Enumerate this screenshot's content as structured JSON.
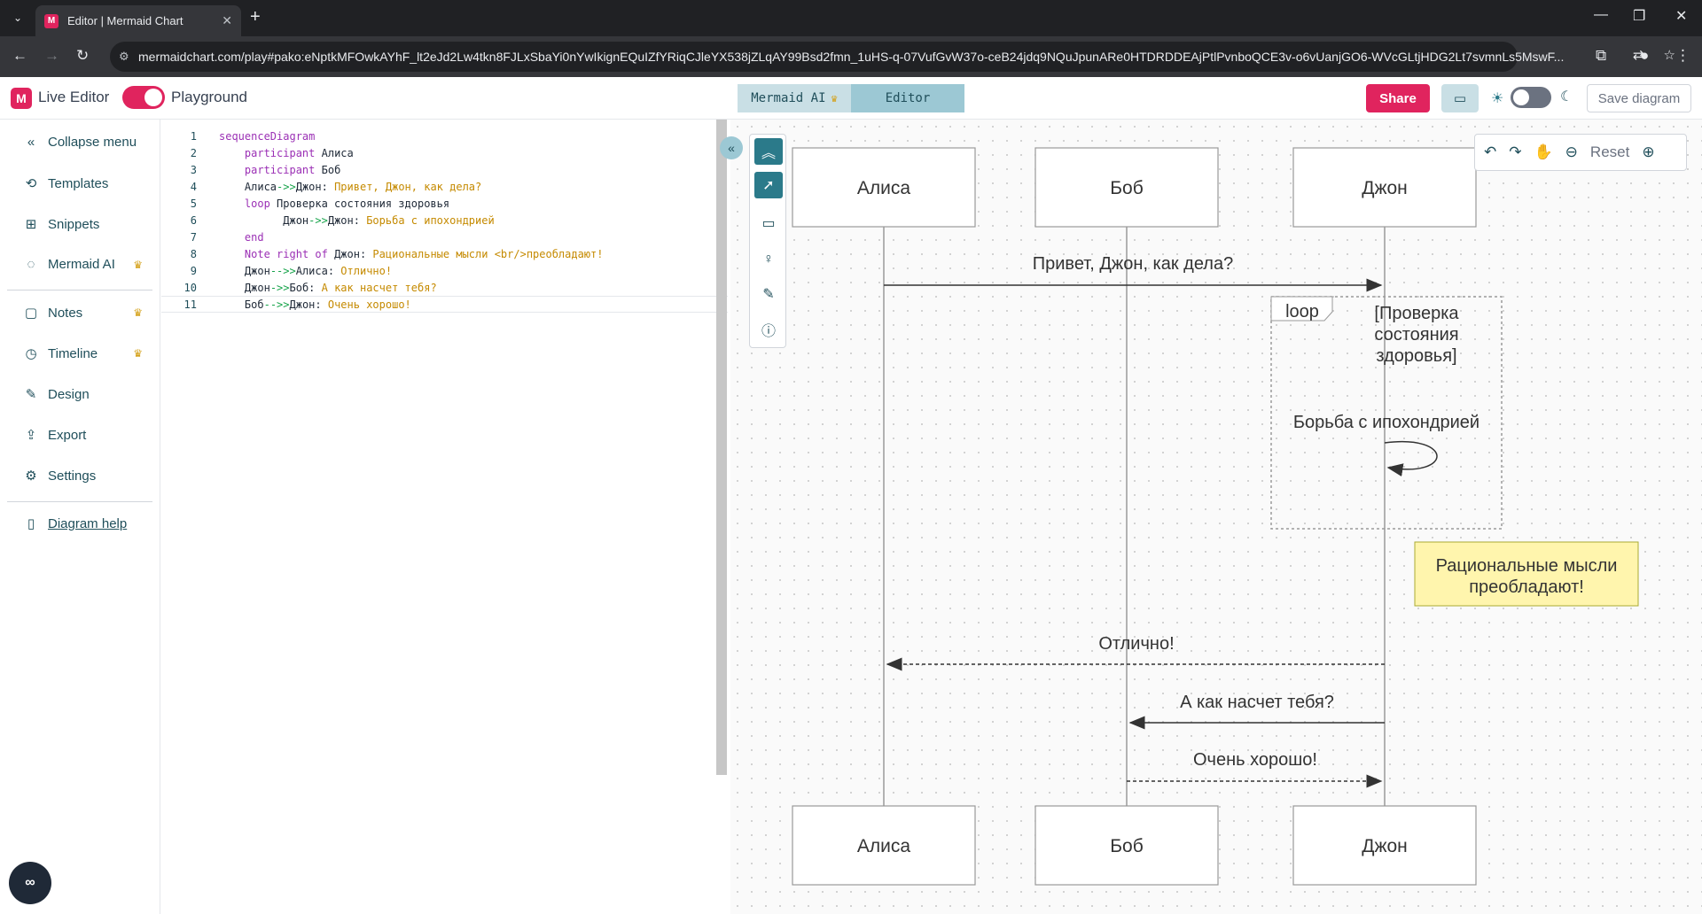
{
  "browser": {
    "tab_title": "Editor | Mermaid Chart",
    "favicon_letter": "M",
    "url": "mermaidchart.com/play#pako:eNptkMFOwkAYhF_lt2eJd2Lw4tkn8FJLxSbaYi0nYwIkignEQuIZfYRiqCJleYX538jZLqAY99Bsd2fmn_1uHS-q-07VufGvW37o-ceB24jdq9NQuJpunARe0HTDRDDEAjPtlPvnboQCE3v-o6vUanjGO6-WVcGLtjHDG2Lt7svmnLs5MswF..."
  },
  "header": {
    "live_editor": "Live Editor",
    "playground": "Playground",
    "mermaid_ai": "Mermaid AI",
    "editor": "Editor",
    "share": "Share",
    "save_diagram": "Save diagram"
  },
  "sidebar": {
    "items": [
      {
        "label": "Collapse menu",
        "icon": "chevrons-left-icon"
      },
      {
        "label": "Templates",
        "icon": "history-icon"
      },
      {
        "label": "Snippets",
        "icon": "grid-icon"
      },
      {
        "label": "Mermaid AI",
        "icon": "chat-icon",
        "premium": true
      },
      {
        "label": "Notes",
        "icon": "note-icon",
        "premium": true
      },
      {
        "label": "Timeline",
        "icon": "clock-icon",
        "premium": true
      },
      {
        "label": "Design",
        "icon": "brush-icon"
      },
      {
        "label": "Export",
        "icon": "export-icon"
      },
      {
        "label": "Settings",
        "icon": "gear-icon"
      },
      {
        "label": "Diagram help",
        "icon": "book-icon"
      }
    ]
  },
  "editor": {
    "lines": [
      {
        "n": "1",
        "indent": "",
        "parts": [
          {
            "t": "sequenceDiagram",
            "c": "kw"
          }
        ]
      },
      {
        "n": "2",
        "indent": "    ",
        "parts": [
          {
            "t": "participant",
            "c": "kw"
          },
          {
            "t": " Алиса",
            "c": ""
          }
        ]
      },
      {
        "n": "3",
        "indent": "    ",
        "parts": [
          {
            "t": "participant",
            "c": "kw"
          },
          {
            "t": " Боб",
            "c": ""
          }
        ]
      },
      {
        "n": "4",
        "indent": "    ",
        "parts": [
          {
            "t": "Алиса",
            "c": ""
          },
          {
            "t": "->>",
            "c": "arrow"
          },
          {
            "t": "Джон: ",
            "c": ""
          },
          {
            "t": "Привет, Джон, как дела?",
            "c": "str"
          }
        ]
      },
      {
        "n": "5",
        "indent": "    ",
        "parts": [
          {
            "t": "loop",
            "c": "kw"
          },
          {
            "t": " Проверка состояния здоровья",
            "c": ""
          }
        ]
      },
      {
        "n": "6",
        "indent": "          ",
        "parts": [
          {
            "t": "Джон",
            "c": ""
          },
          {
            "t": "->>",
            "c": "arrow"
          },
          {
            "t": "Джон: ",
            "c": ""
          },
          {
            "t": "Борьба с ипохондрией",
            "c": "str"
          }
        ]
      },
      {
        "n": "7",
        "indent": "    ",
        "parts": [
          {
            "t": "end",
            "c": "kw"
          }
        ]
      },
      {
        "n": "8",
        "indent": "    ",
        "parts": [
          {
            "t": "Note",
            "c": "kw"
          },
          {
            "t": " ",
            "c": ""
          },
          {
            "t": "right of",
            "c": "kw"
          },
          {
            "t": " Джон: ",
            "c": ""
          },
          {
            "t": "Рациональные мысли <br/>преобладают!",
            "c": "str"
          }
        ]
      },
      {
        "n": "9",
        "indent": "    ",
        "parts": [
          {
            "t": "Джон",
            "c": ""
          },
          {
            "t": "-->>",
            "c": "arrow"
          },
          {
            "t": "Алиса: ",
            "c": ""
          },
          {
            "t": "Отлично!",
            "c": "str"
          }
        ]
      },
      {
        "n": "10",
        "indent": "    ",
        "parts": [
          {
            "t": "Джон",
            "c": ""
          },
          {
            "t": "->>",
            "c": "arrow"
          },
          {
            "t": "Боб: ",
            "c": ""
          },
          {
            "t": "А как насчет тебя?",
            "c": "str"
          }
        ]
      },
      {
        "n": "11",
        "indent": "    ",
        "parts": [
          {
            "t": "Боб",
            "c": ""
          },
          {
            "t": "-->>",
            "c": "arrow"
          },
          {
            "t": "Джон: ",
            "c": ""
          },
          {
            "t": "Очень хорошо!",
            "c": "str"
          }
        ]
      }
    ]
  },
  "zoom": {
    "reset": "Reset"
  },
  "diagram": {
    "actors": [
      "Алиса",
      "Боб",
      "Джон"
    ],
    "messages": {
      "m1": "Привет, Джон, как дела?",
      "self": "Борьба с ипохондрией",
      "m2": "Отлично!",
      "m3": "А как насчет тебя?",
      "m4": "Очень хорошо!"
    },
    "loop_label": "loop",
    "loop_condition": [
      "[Проверка",
      "состояния",
      "здоровья]"
    ],
    "note": [
      "Рациональные мысли",
      "преобладают!"
    ]
  },
  "colors": {
    "brand": "#e0245e",
    "accent": "#2b7a8a",
    "note_fill": "#fff5ad",
    "note_stroke": "#aaaa33"
  }
}
